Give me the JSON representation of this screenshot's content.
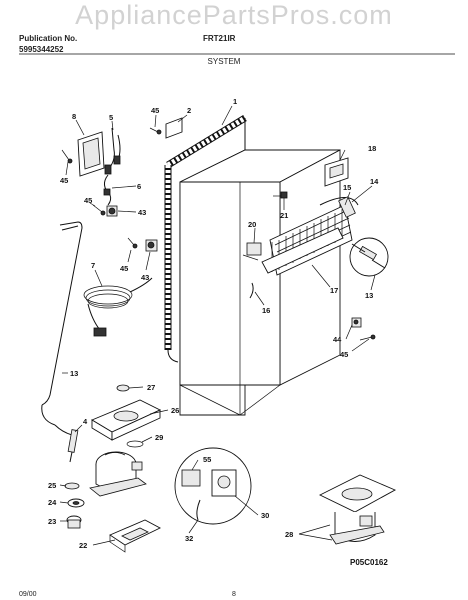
{
  "watermark": "AppliancePartsPros.com",
  "header": {
    "left_line1": "Publication No.",
    "left_line2": "5995344252",
    "model": "FRT21IR",
    "section_title": "SYSTEM"
  },
  "footer": {
    "date": "09/00",
    "page_number": "8"
  },
  "diagram_code": "P05C0162",
  "callouts": {
    "c1": "1",
    "c2": "2",
    "c4": "4",
    "c5": "5",
    "c6": "6",
    "c7": "7",
    "c8": "8",
    "c13a": "13",
    "c13b": "13",
    "c14": "14",
    "c15": "15",
    "c16": "16",
    "c17": "17",
    "c18": "18",
    "c20": "20",
    "c21": "21",
    "c22": "22",
    "c23": "23",
    "c24": "24",
    "c25": "25",
    "c26": "26",
    "c27": "27",
    "c28": "28",
    "c29": "29",
    "c30": "30",
    "c32": "32",
    "c43a": "43",
    "c43b": "43",
    "c44": "44",
    "c45a": "45",
    "c45b": "45",
    "c45c": "45",
    "c45d": "45",
    "c45e": "45",
    "c55": "55"
  }
}
